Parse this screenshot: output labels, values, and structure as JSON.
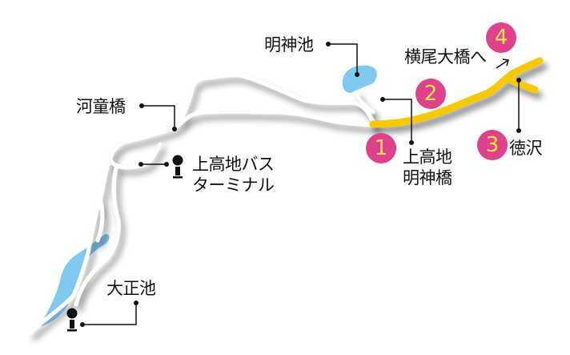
{
  "labels": {
    "myojin_pond": "明神池",
    "yokoo": "横尾大橋へ",
    "kappa_bridge": "河童橋",
    "bus_terminal_line1": "上高地バス",
    "bus_terminal_line2": "ターミナル",
    "myojin_bridge_line1": "上高地",
    "myojin_bridge_line2": "明神橋",
    "tokusawa": "徳沢",
    "taisho_pond": "大正池"
  },
  "markers": [
    "1",
    "2",
    "3",
    "4"
  ],
  "colors": {
    "route": "#f9c900",
    "water": "#7ec9ef",
    "marker": "#e0418b",
    "marker_text": "#ffe84a",
    "road": "#ffffff"
  }
}
